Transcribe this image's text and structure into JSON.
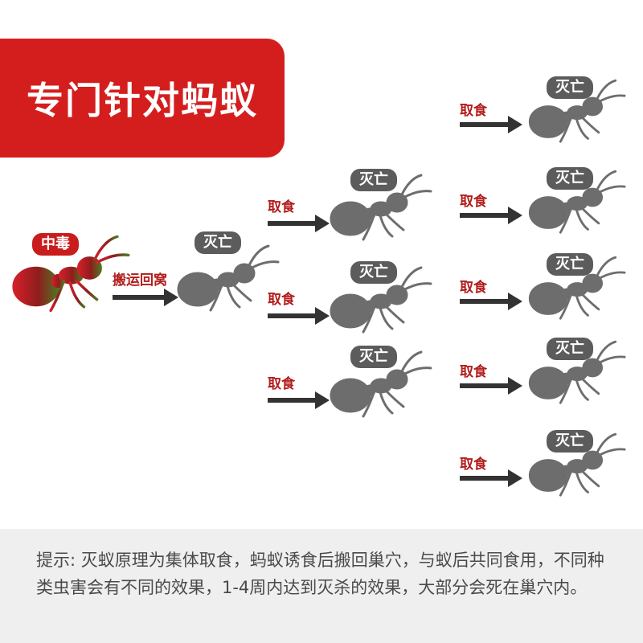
{
  "header": {
    "title": "专门针对蚂蚁"
  },
  "labels": {
    "poisoned": "中毒",
    "carry_back": "搬运回窝",
    "death": "灭亡",
    "feeding": "取食"
  },
  "footer": {
    "note": "提示: 灭蚁原理为集体取食，蚂蚁诱食后搬回巢穴，与蚁后共同食用，不同种类虫害会有不同的效果，1-4周内达到灭杀的效果，大部分会死在巢穴内。"
  },
  "colors": {
    "banner_red": "#d41e1e",
    "label_red": "#b21d1d",
    "ant_gray": "#6d6d6d",
    "arrow_dark": "#333333",
    "footer_bg": "#efefef"
  },
  "diagram": {
    "stages": [
      {
        "stage": "poisoned",
        "ants": 1
      },
      {
        "stage": "carried back and dies",
        "ants": 1
      },
      {
        "stage": "feeding then death",
        "ants": 3
      },
      {
        "stage": "feeding then death",
        "ants": 5
      }
    ]
  }
}
